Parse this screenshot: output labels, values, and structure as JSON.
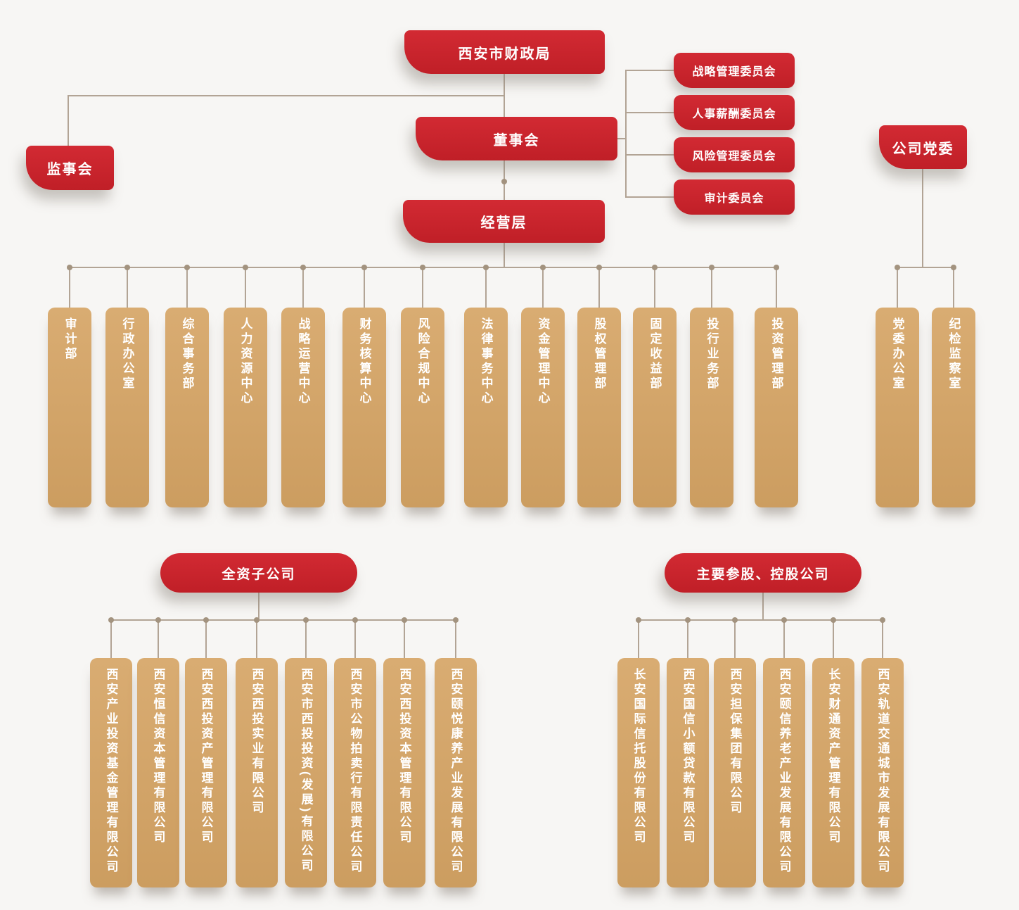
{
  "chart": {
    "bureau": "西安市财政局",
    "board": "董事会",
    "management": "经营层",
    "supervisors": "监事会",
    "party_committee": "公司党委",
    "committees": [
      "战略管理委员会",
      "人事薪酬委员会",
      "风险管理委员会",
      "审计委员会"
    ],
    "departments": [
      "审计部",
      "行政办公室",
      "综合事务部",
      "人力资源中心",
      "战略运营中心",
      "财务核算中心",
      "风险合规中心",
      "法律事务中心",
      "资金管理中心",
      "股权管理部",
      "固定收益部",
      "投行业务部",
      "投资管理部"
    ],
    "party_offices": [
      "党委办公室",
      "纪检监察室"
    ],
    "wholly_owned": {
      "title": "全资子公司",
      "companies": [
        "西安产业投资基金管理有限公司",
        "西安恒信资本管理有限公司",
        "西安西投资产管理有限公司",
        "西安西投实业有限公司",
        "西安市西投投资(发展)有限公司",
        "西安市公物拍卖行有限责任公司",
        "西安西投资本管理有限公司",
        "西安颐悦康养产业发展有限公司"
      ]
    },
    "holdings": {
      "title": "主要参股、控股公司",
      "companies": [
        "长安国际信托股份有限公司",
        "西安国信小额贷款有限公司",
        "西安担保集团有限公司",
        "西安颐信养老产业发展有限公司",
        "长安财通资产管理有限公司",
        "西安轨道交通城市发展有限公司"
      ]
    },
    "colors": {
      "red": "#c8242b",
      "tan": "#d4a468",
      "line": "#b2a495",
      "background": "#f7f6f4"
    }
  }
}
